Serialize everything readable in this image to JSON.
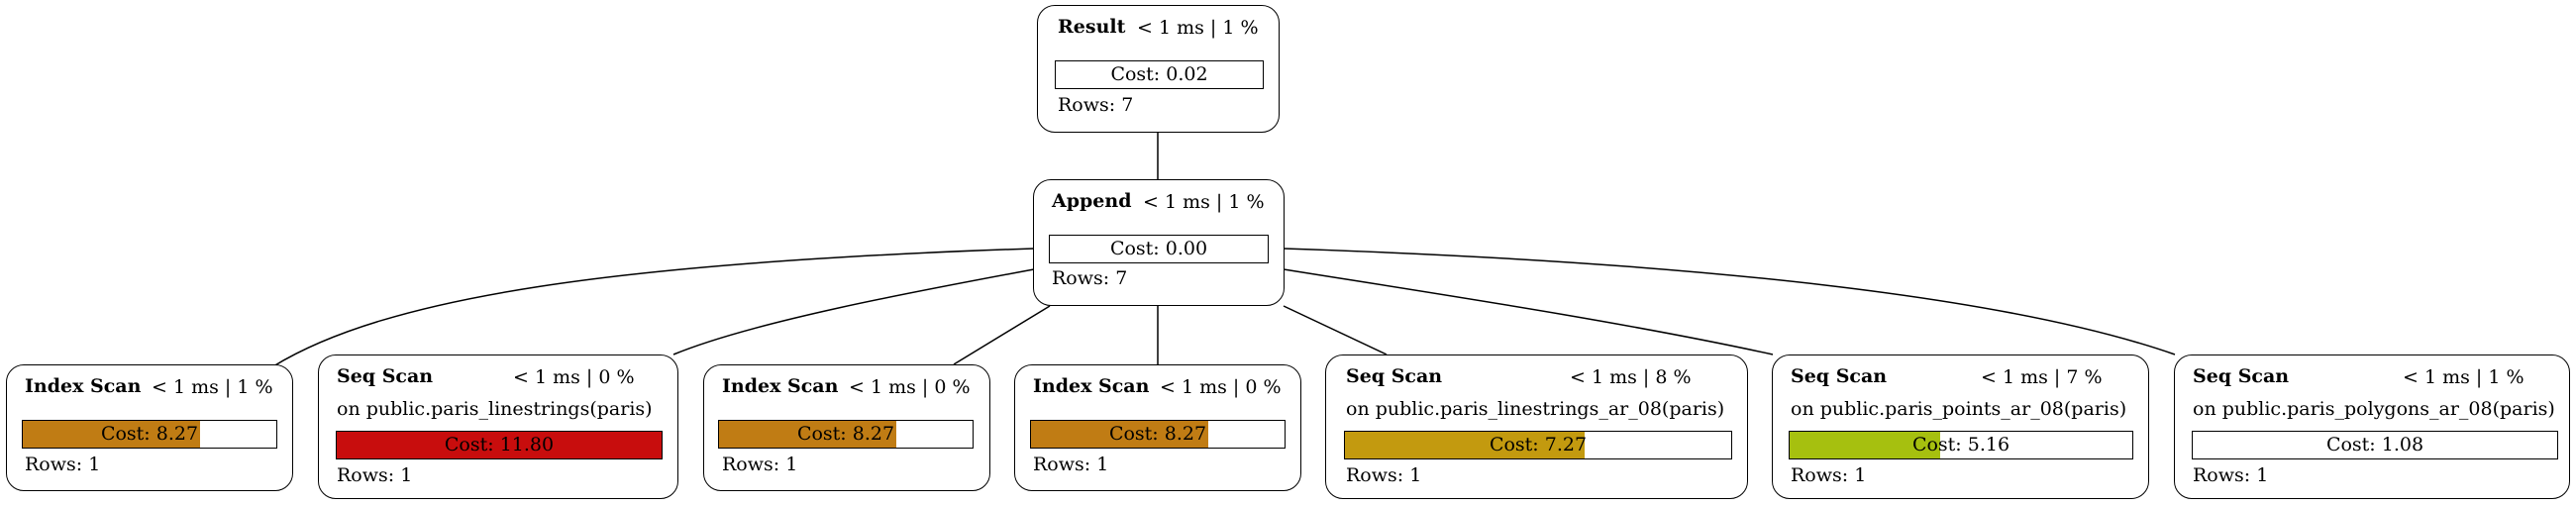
{
  "nodes": {
    "result": {
      "title": "Result",
      "timing": "< 1 ms | 1 %",
      "cost": "Cost: 0.02",
      "cost_fill": 0,
      "rows": "Rows: 7"
    },
    "append": {
      "title": "Append",
      "timing": "< 1 ms | 1 %",
      "cost": "Cost: 0.00",
      "cost_fill": 0,
      "rows": "Rows: 7"
    },
    "scan1": {
      "title": "Index Scan",
      "timing": "< 1 ms | 1 %",
      "cost": "Cost: 8.27",
      "cost_fill": 0.7,
      "fill_color": "#c07c14",
      "rows": "Rows: 1"
    },
    "scan2": {
      "title": "Seq Scan",
      "timing": "< 1 ms | 0 %",
      "relation": "on public.paris_linestrings(paris)",
      "cost": "Cost: 11.80",
      "cost_fill": 1.0,
      "fill_color": "#c80d0d",
      "rows": "Rows: 1"
    },
    "scan3": {
      "title": "Index Scan",
      "timing": "< 1 ms | 0 %",
      "cost": "Cost: 8.27",
      "cost_fill": 0.7,
      "fill_color": "#c07c14",
      "rows": "Rows: 1"
    },
    "scan4": {
      "title": "Index Scan",
      "timing": "< 1 ms | 0 %",
      "cost": "Cost: 8.27",
      "cost_fill": 0.7,
      "fill_color": "#c07c14",
      "rows": "Rows: 1"
    },
    "scan5": {
      "title": "Seq Scan",
      "timing": "< 1 ms | 8 %",
      "relation": "on public.paris_linestrings_ar_08(paris)",
      "cost": "Cost: 7.27",
      "cost_fill": 0.62,
      "fill_color": "#c39a0f",
      "rows": "Rows: 1"
    },
    "scan6": {
      "title": "Seq Scan",
      "timing": "< 1 ms | 7 %",
      "relation": "on public.paris_points_ar_08(paris)",
      "cost": "Cost: 5.16",
      "cost_fill": 0.44,
      "fill_color": "#a6c00f",
      "rows": "Rows: 1"
    },
    "scan7": {
      "title": "Seq Scan",
      "timing": "< 1 ms | 1 %",
      "relation": "on public.paris_polygons_ar_08(paris)",
      "cost": "Cost: 1.08",
      "cost_fill": 0,
      "fill_color": "#ffffff",
      "rows": "Rows: 1"
    }
  }
}
